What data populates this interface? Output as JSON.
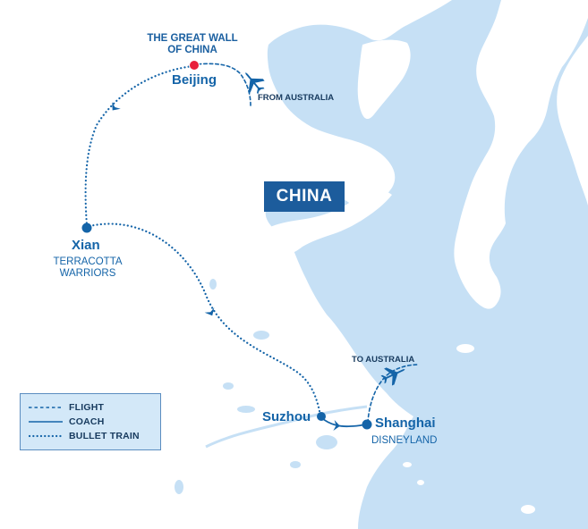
{
  "map": {
    "country_label": "CHINA",
    "colors": {
      "sea": "#c6e0f5",
      "land": "#ffffff",
      "route": "#1464a8",
      "label_box": "#1c5c9c",
      "beijing_marker": "#e8203b"
    }
  },
  "stops": [
    {
      "id": "beijing",
      "city": "Beijing",
      "attraction": "THE GREAT WALL OF CHINA",
      "attraction_line1": "THE GREAT WALL",
      "attraction_line2": "OF CHINA",
      "note": "FROM AUSTRALIA"
    },
    {
      "id": "xian",
      "city": "Xian",
      "attraction_line1": "TERRACOTTA",
      "attraction_line2": "WARRIORS"
    },
    {
      "id": "suzhou",
      "city": "Suzhou"
    },
    {
      "id": "shanghai",
      "city": "Shanghai",
      "attraction_line1": "DISNEYLAND",
      "note": "TO AUSTRALIA"
    }
  ],
  "legend": {
    "items": [
      {
        "label": "FLIGHT",
        "style": "dashed"
      },
      {
        "label": "COACH",
        "style": "solid"
      },
      {
        "label": "BULLET TRAIN",
        "style": "dotted"
      }
    ]
  },
  "icons": [
    "plane-icon",
    "arrow-icon"
  ]
}
